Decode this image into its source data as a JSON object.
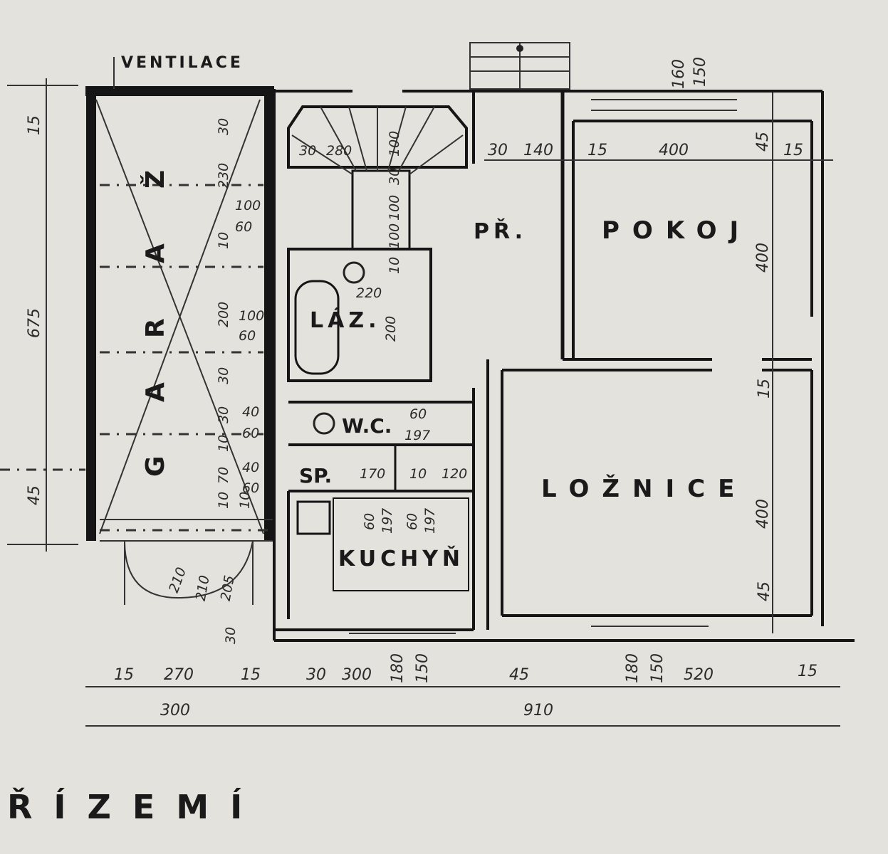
{
  "labels": {
    "ventilace": "VENTILACE",
    "garaz": [
      "G",
      "A",
      "R",
      "A",
      "Ž"
    ],
    "pr": "PŘ.",
    "pokoj": "POKOJ",
    "laz": "LÁZ.",
    "wc": "W.C.",
    "sp": "SP.",
    "kuchyn": "KUCHYŇ",
    "loznice": "LOŽNICE",
    "title": "ŘÍZEMÍ"
  },
  "dimensions": {
    "bottom_row": [
      "15",
      "270",
      "15",
      "30",
      "300",
      "180",
      "150",
      "45",
      "180",
      "150",
      "520",
      "15"
    ],
    "bottom_totals": [
      "300",
      "910"
    ],
    "left": [
      "15",
      "675",
      "45"
    ],
    "top": [
      "160",
      "150",
      "30",
      "140",
      "15",
      "400",
      "45",
      "15"
    ],
    "stair": [
      "30",
      "280",
      "100",
      "30",
      "100",
      "100",
      "10",
      "220",
      "200"
    ],
    "garage_inner": [
      "30",
      "230",
      "100",
      "60",
      "10",
      "200",
      "100",
      "60",
      "30",
      "40",
      "30",
      "60",
      "10",
      "70",
      "40",
      "10",
      "60",
      "10"
    ],
    "door_heights": [
      "210",
      "210",
      "205",
      "30"
    ],
    "right": [
      "400",
      "15",
      "400",
      "45"
    ],
    "wc": [
      "60",
      "197"
    ],
    "sp": [
      "170",
      "10",
      "120"
    ],
    "kuchyn": [
      "60",
      "197",
      "60",
      "197"
    ]
  }
}
